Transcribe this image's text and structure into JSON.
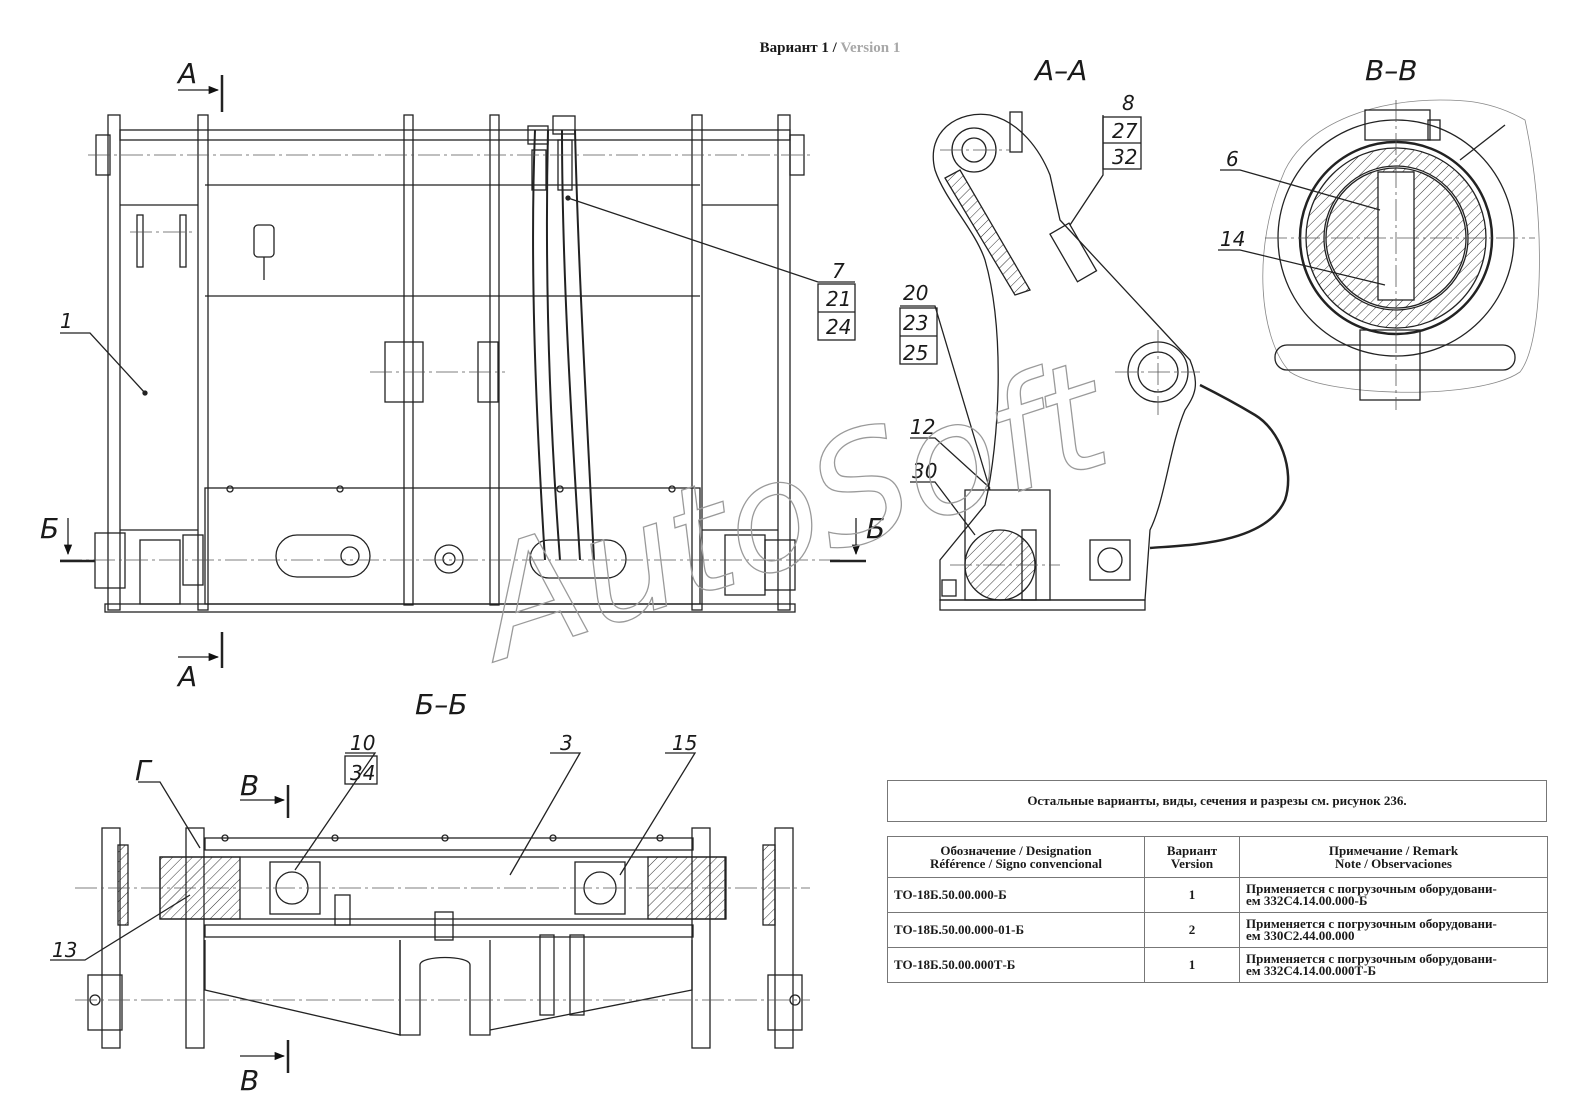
{
  "header": {
    "variant_ru": "Вариант 1",
    "separator": " / ",
    "variant_en": "Version 1"
  },
  "views": {
    "section_a_top": "А",
    "section_a_bottom": "А",
    "section_b_left": "Б",
    "section_b_right": "Б",
    "section_v_top": "В",
    "section_v_bottom": "В",
    "title_aa": "А–А",
    "title_vv": "В–В",
    "title_bb": "Б–Б",
    "detail_g": "Г"
  },
  "callouts": {
    "main": {
      "p1": "1",
      "p7": "7",
      "p21": "21",
      "p24": "24"
    },
    "aa": {
      "p8": "8",
      "p27": "27",
      "p32": "32",
      "p20": "20",
      "p23": "23",
      "p25": "25",
      "p12": "12",
      "p30": "30"
    },
    "vv": {
      "p6": "6",
      "p14": "14"
    },
    "bb": {
      "p10": "10",
      "p34": "34",
      "p3": "3",
      "p15": "15",
      "p13": "13"
    }
  },
  "watermark": "AutoSoft",
  "note": "Остальные варианты, виды, сечения и разрезы см. рисунок 236.",
  "table": {
    "headers": {
      "designation": [
        "Обозначение / Designation",
        "Référence / Signo convencional"
      ],
      "version": [
        "Вариант",
        "Version"
      ],
      "remark": [
        "Примечание / Remark",
        "Note / Observaciones"
      ]
    },
    "rows": [
      {
        "designation": "ТО-18Б.50.00.000-Б",
        "version": "1",
        "remark": [
          "Применяется с погрузочным оборудовани-",
          "ем 332С4.14.00.000-Б"
        ]
      },
      {
        "designation": "ТО-18Б.50.00.000-01-Б",
        "version": "2",
        "remark": [
          "Применяется с погрузочным оборудовани-",
          "ем 330С2.44.00.000"
        ]
      },
      {
        "designation": "ТО-18Б.50.00.000Т-Б",
        "version": "1",
        "remark": [
          "Применяется с погрузочным оборудовани-",
          "ем 332С4.14.00.000Т-Б"
        ]
      }
    ]
  }
}
